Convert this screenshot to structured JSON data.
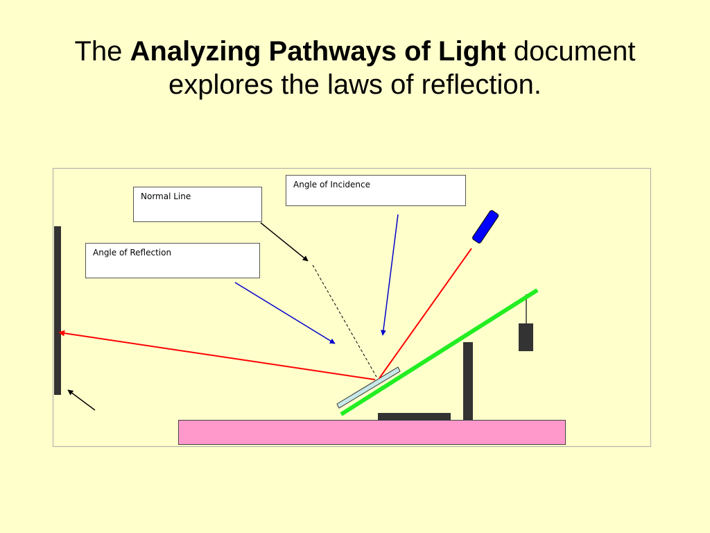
{
  "title": {
    "prefix": "The ",
    "emphasis": "Analyzing Pathways of Light",
    "line1_suffix": " document",
    "line2": "explores the laws of reflection."
  },
  "labels": {
    "normal_line": "Normal Line",
    "angle_of_incidence": "Angle of Incidence",
    "angle_of_reflection": "Angle of Reflection"
  },
  "colors": {
    "background": "#FFFFCC",
    "laser_beam": "#FF0000",
    "laser_pointer": "#0000FF",
    "ruler": "#22EE22",
    "base": "#FF99CC",
    "mirror": "#C8E8E8",
    "annotation_arrow_blue": "#0000CC",
    "stand": "#333333"
  }
}
